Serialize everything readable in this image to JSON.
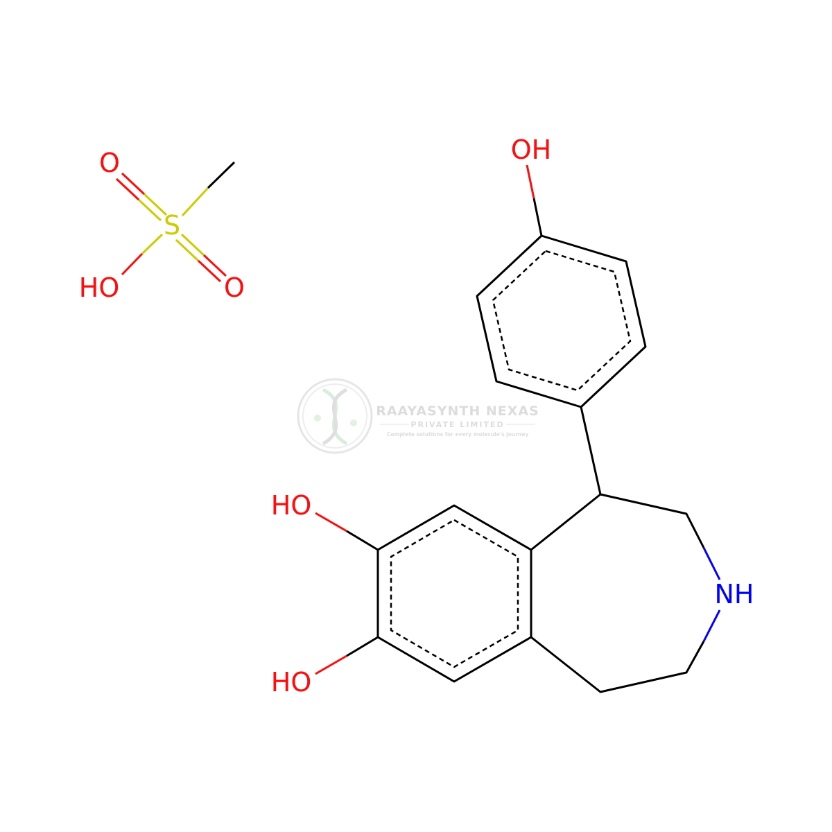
{
  "colors": {
    "bond": "#000000",
    "oxygen": "#ff0d0d",
    "nitrogen": "#0000ff",
    "sulfur": "#cccc00",
    "watermark": "#d9d9d9",
    "background": "#ffffff"
  },
  "molecules": {
    "methanesulfonic_acid": {
      "atoms": {
        "sulfur": "S",
        "oxygen_top": "O",
        "oxygen_right": "O",
        "hydroxyl": "HO"
      }
    },
    "benzazepine": {
      "atoms": {
        "phenol_oh": "OH",
        "oh_upper": "HO",
        "oh_lower": "HO",
        "amine": "NH"
      }
    }
  },
  "watermark": {
    "company": "RAAYASYNTH NEXAS",
    "subtitle": "PRIVATE LIMITED",
    "tagline": "Complete solutions for every molecule's journey",
    "logo_icon": "dna-helix-icon"
  }
}
